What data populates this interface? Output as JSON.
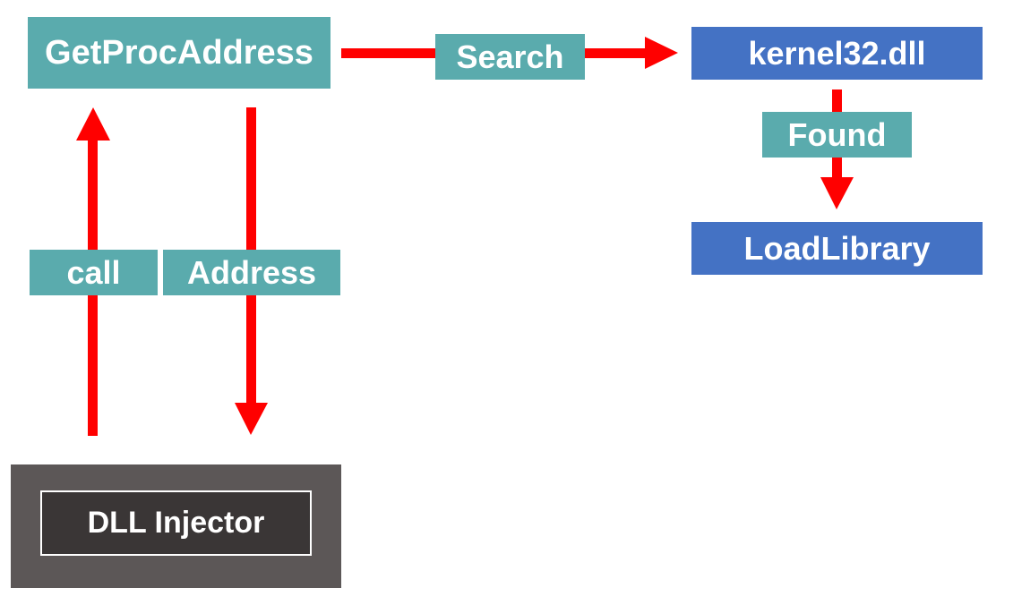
{
  "nodes": {
    "getprocaddress": "GetProcAddress",
    "kernel32": "kernel32.dll",
    "loadlibrary": "LoadLibrary",
    "dll_injector": "DLL Injector"
  },
  "edge_labels": {
    "search": "Search",
    "found": "Found",
    "call": "call",
    "address": "Address"
  },
  "colors": {
    "teal": "#5aabad",
    "blue": "#4472c4",
    "arrow": "#ff0000",
    "injector_outer": "#5c5757",
    "injector_inner": "#3a3636"
  }
}
